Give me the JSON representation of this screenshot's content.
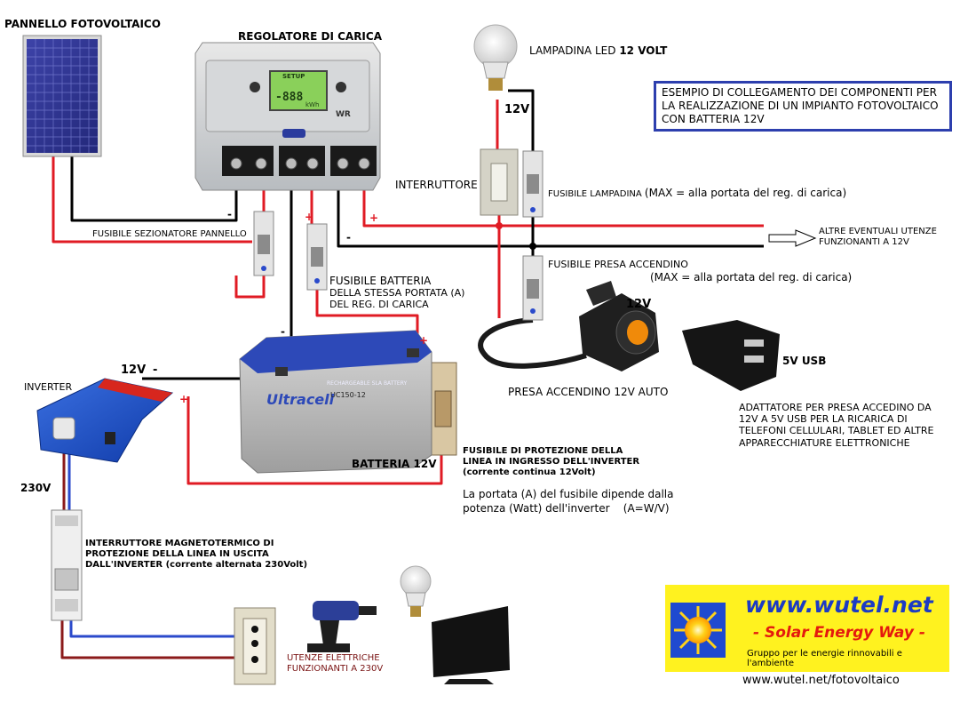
{
  "labels": {
    "panel": "PANNELLO FOTOVOLTAICO",
    "regulator": "REGOLATORE DI CARICA",
    "led_bulb_prefix": "LAMPADINA LED ",
    "led_bulb_volt": "12 VOLT",
    "voltage_12v_top": "12V",
    "switch": "INTERRUTTORE",
    "fuse_lamp_name": "FUSIBILE LAMPADINA ",
    "fuse_lamp_note": "(MAX = alla portata del reg. di carica)",
    "other_loads": "ALTRE EVENTUALI UTENZE\nFUNZIONANTI A 12V",
    "fuse_panel": "FUSIBILE SEZIONATORE PANNELLO",
    "fuse_lighter": "FUSIBILE PRESA ACCENDINO",
    "fuse_lighter_note": "(MAX = alla portata del reg. di carica)",
    "fuse_battery_title": "FUSIBILE BATTERIA",
    "fuse_battery_desc": "DELLA STESSA PORTATA (A)\nDEL REG. DI CARICA",
    "voltage_12v_socket": "12V",
    "voltage_12v_inverter": "12V",
    "minus_inverter": "-",
    "inverter": "INVERTER",
    "socket": "PRESA ACCENDINO 12V AUTO",
    "usb": "5V USB",
    "adapter": "ADATTATORE PER PRESA ACCEDINO DA\n12V A 5V USB PER LA RICARICA DI\nTELEFONI CELLULARI, TABLET ED ALTRE\nAPPARECCHIATURE ELETTRONICHE",
    "battery": "BATTERIA 12V",
    "fuse_inverter": "FUSIBILE DI PROTEZIONE DELLA\nLINEA IN INGRESSO DELL'INVERTER\n(corrente continua 12Volt)",
    "fuse_inverter_note": "La portata (A) del fusibile dipende dalla\npotenza (Watt) dell'inverter    (A=W/V)",
    "voltage_230v": "230V",
    "breaker": "INTERRUTTORE MAGNETOTERMICO DI\nPROTEZIONE DELLA LINEA IN USCITA\nDALL'INVERTER (corrente alternata 230Volt)",
    "loads_230v": "UTENZE ELETTRICHE\nFUNZIONANTI A 230V",
    "footer_url": "www.wutel.net/fotovoltaico",
    "note": "ESEMPIO DI COLLEGAMENTO DEI COMPONENTI PER LA REALIZZAZIONE DI UN IMPIANTO FOTOVOLTAICO CON BATTERIA 12V"
  },
  "polarity": {
    "plus": "+",
    "minus": "-"
  },
  "device_text": {
    "regulator_brand": "WR",
    "regulator_display": "-888",
    "regulator_display_unit": "kWh",
    "regulator_setup": "SETUP",
    "battery_brand": "Ultracell",
    "battery_model": "UC150-12",
    "battery_band": "RECHARGEABLE SLA BATTERY"
  },
  "logo": {
    "url": "www.wutel.net",
    "slogan": "- Solar Energy Way -",
    "description": "Gruppo per le energie rinnovabili e l'ambiente"
  },
  "colors": {
    "wire_positive": "#e01b24",
    "wire_negative": "#000000",
    "wire_ac_phase": "#8b1a1a",
    "wire_ac_neutral": "#2b4acb",
    "note_border": "#2d3fae",
    "logo_background": "#fff21f",
    "logo_url": "#1c3bc4",
    "logo_slogan": "#e4190e",
    "loads_230v_text": "#7a1414"
  }
}
